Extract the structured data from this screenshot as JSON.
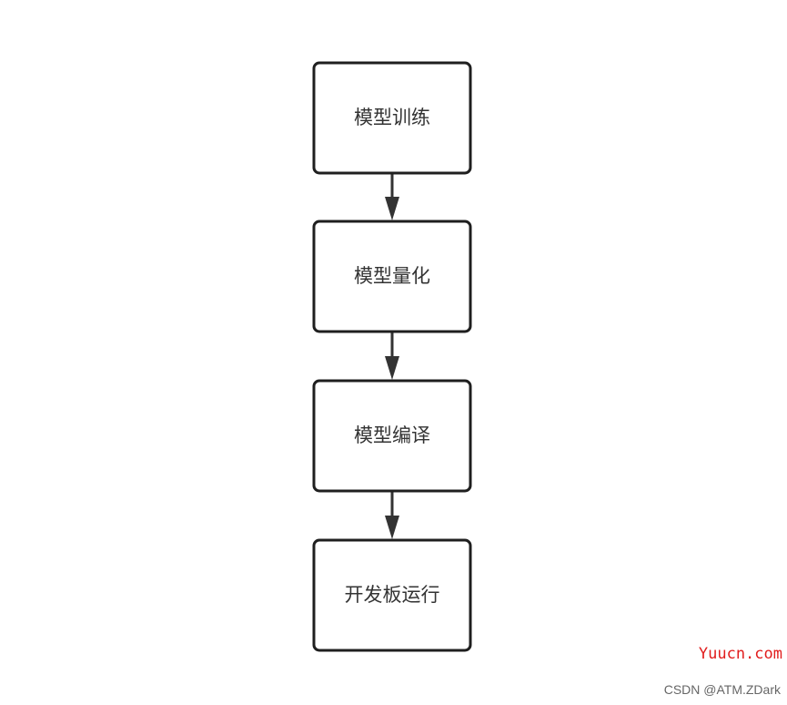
{
  "diagram": {
    "nodes": [
      {
        "id": "train",
        "label": "模型训练"
      },
      {
        "id": "quantize",
        "label": "模型量化"
      },
      {
        "id": "compile",
        "label": "模型编译"
      },
      {
        "id": "deploy",
        "label": "开发板运行"
      }
    ],
    "edges": [
      {
        "from": "train",
        "to": "quantize"
      },
      {
        "from": "quantize",
        "to": "compile"
      },
      {
        "from": "compile",
        "to": "deploy"
      }
    ]
  },
  "watermarks": {
    "site": "Yuucn.com",
    "author": "CSDN @ATM.ZDark"
  }
}
